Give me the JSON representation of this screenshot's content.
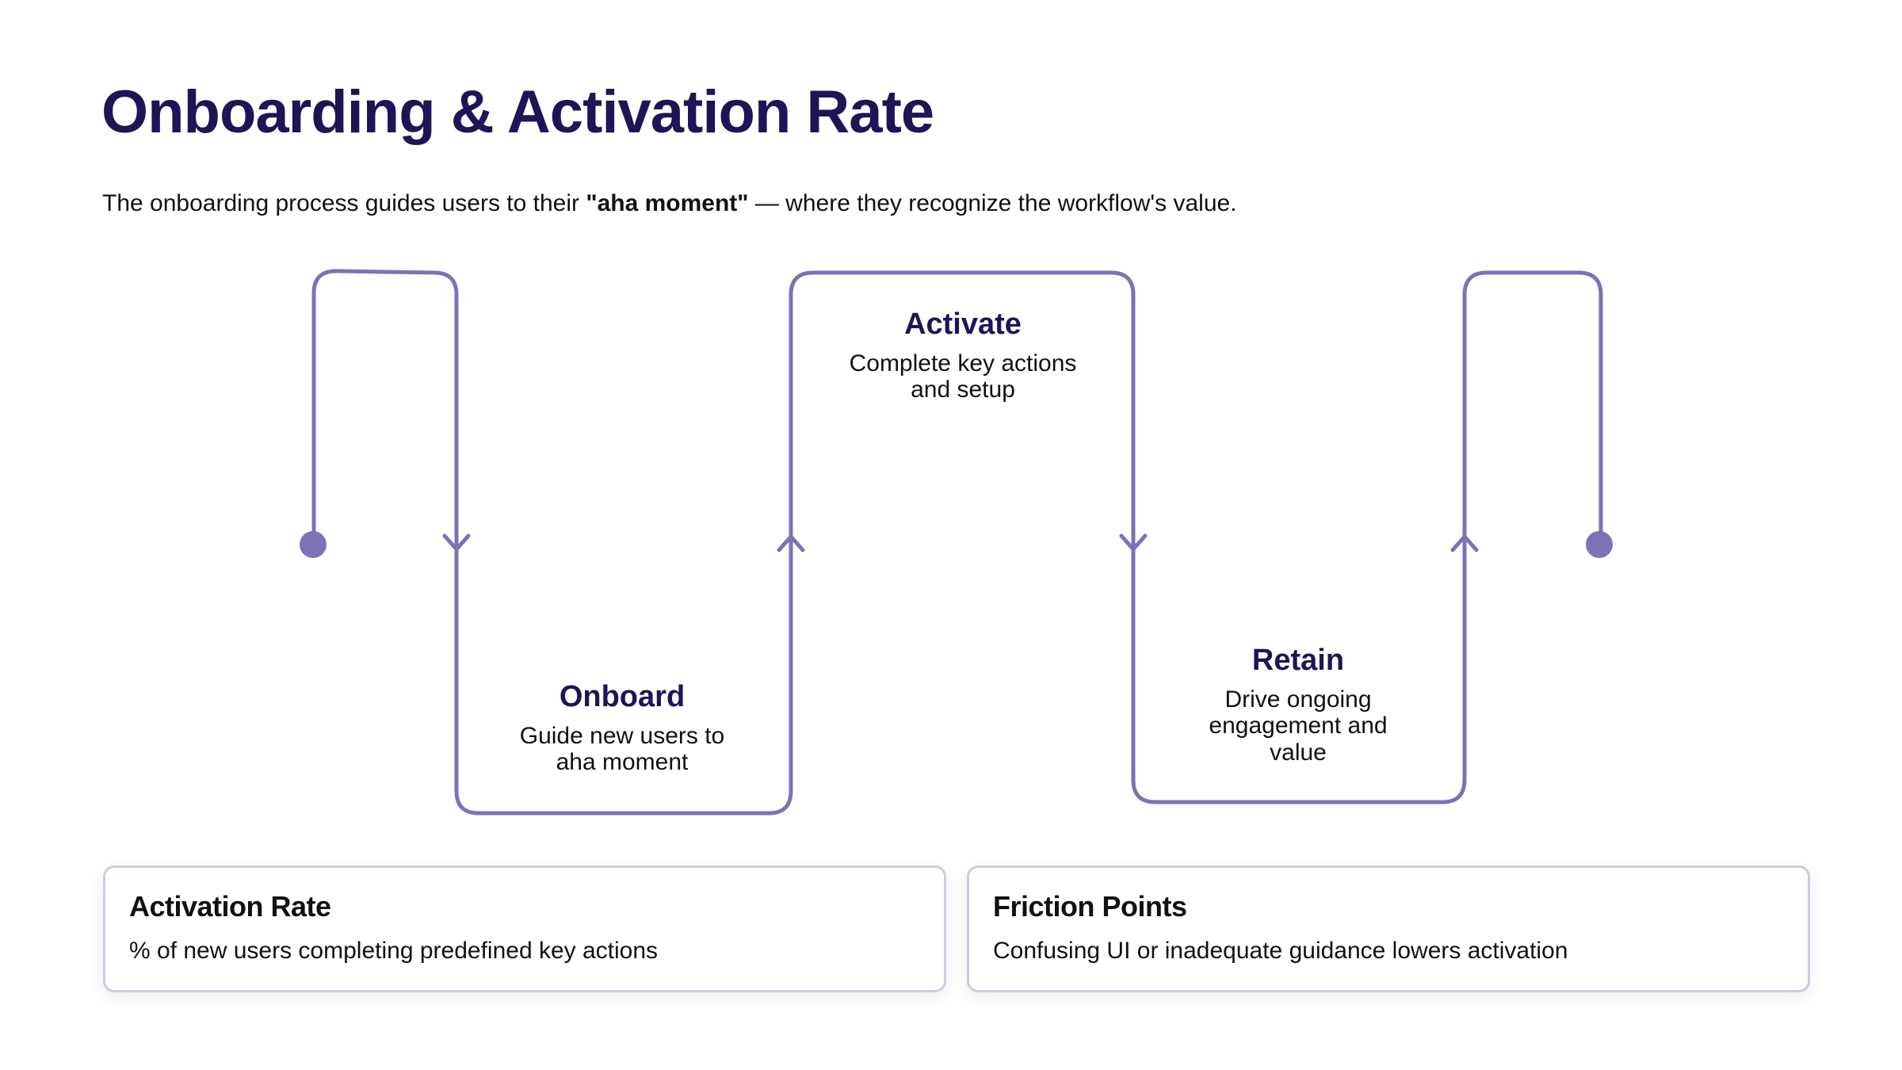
{
  "page": {
    "title": "Onboarding & Activation Rate",
    "subtitle_before": "The onboarding process guides users to their ",
    "subtitle_bold": "\"aha moment\"",
    "subtitle_after": " — where they recognize the workflow's value."
  },
  "stages": {
    "onboard": {
      "title": "Onboard",
      "desc_line1": "Guide new users to",
      "desc_line2": "aha moment"
    },
    "activate": {
      "title": "Activate",
      "desc_line1": "Complete key actions",
      "desc_line2": "and setup"
    },
    "retain": {
      "title": "Retain",
      "desc_line1": "Drive ongoing",
      "desc_line2": "engagement and",
      "desc_line3": "value"
    }
  },
  "cards": {
    "activation": {
      "title": "Activation Rate",
      "desc": "% of new users completing predefined key actions"
    },
    "friction": {
      "title": "Friction Points",
      "desc": "Confusing UI or inadequate guidance lowers activation"
    }
  },
  "colors": {
    "line": "#7b73b6",
    "title": "#1e1456",
    "card_border": "#cfcbdc"
  }
}
